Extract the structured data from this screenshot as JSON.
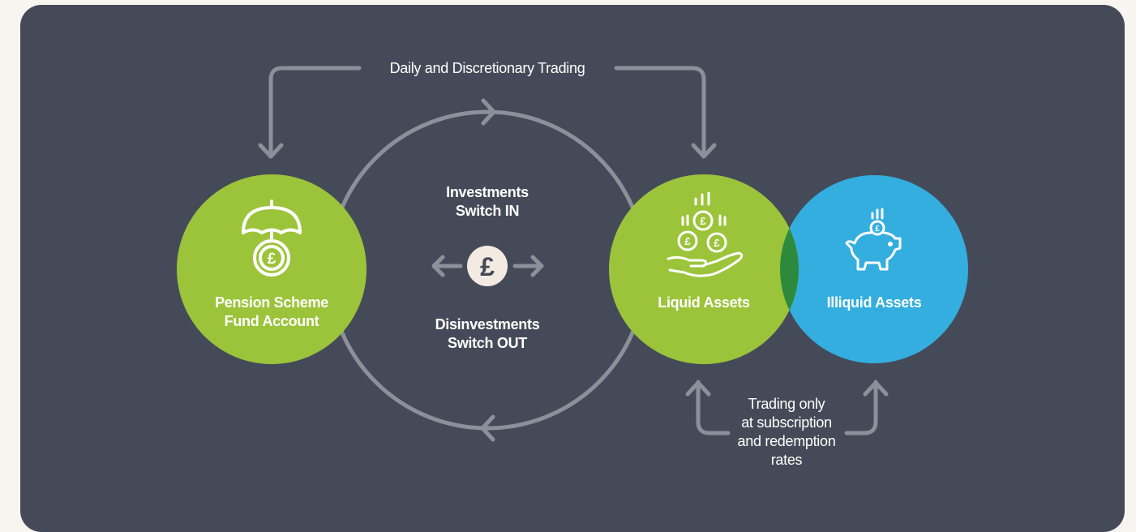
{
  "top_trading_label": "Daily and Discretionary Trading",
  "center": {
    "in_line1": "Investments",
    "in_line2_prefix": "Switch ",
    "in_line2_bold": "IN",
    "out_line1": "Disinvestments",
    "out_line2_prefix": "Switch ",
    "out_line2_bold": "OUT",
    "currency_symbol": "£"
  },
  "nodes": {
    "pension": {
      "line1": "Pension Scheme",
      "line2": "Fund Account",
      "icon": "umbrella-coin-icon"
    },
    "liquid": {
      "label": "Liquid Assets",
      "icon": "hand-coins-icon"
    },
    "illiquid": {
      "label": "Illiquid Assets",
      "icon": "piggy-bank-icon"
    }
  },
  "bottom_trading_lines": [
    "Trading only",
    "at subscription",
    "and redemption",
    "rates"
  ],
  "colors": {
    "panel": "#454a58",
    "green": "#9bc43b",
    "blue": "#33aedf",
    "overlap": "#2d8a3c",
    "arrow": "#8c909a",
    "badge": "#f3ebe2"
  }
}
